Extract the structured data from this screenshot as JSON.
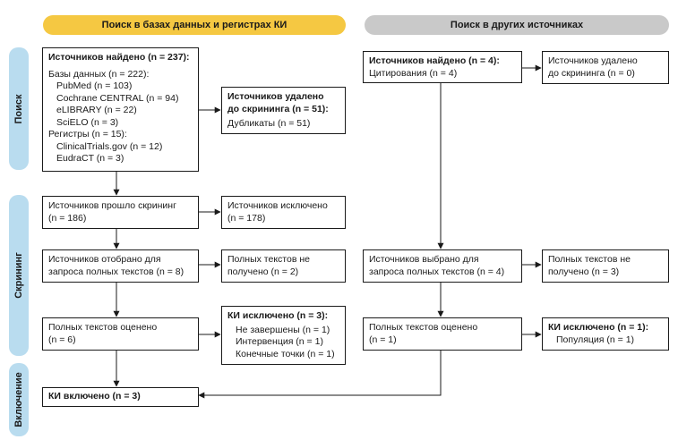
{
  "headers": {
    "left": "Поиск в базах данных и регистрах КИ",
    "right": "Поиск в других источниках"
  },
  "phases": {
    "search": "Поиск",
    "screening": "Скрининг",
    "inclusion": "Включение"
  },
  "boxes": {
    "db_found": {
      "title": "Источников найдено (n = 237):",
      "databases": "Базы данных (n = 222):",
      "db_items": [
        "PubMed (n = 103)",
        "Cochrane CENTRAL (n = 94)",
        "eLIBRARY (n = 22)",
        "SciELO (n = 3)"
      ],
      "registries": "Регистры (n = 15):",
      "reg_items": [
        "ClinicalTrials.gov (n = 12)",
        "EudraCT (n = 3)"
      ]
    },
    "db_removed": {
      "title1": "Источников удалено",
      "title2": "до скрининга (n = 51):",
      "item": "Дубликаты (n = 51)"
    },
    "screened": {
      "line1": "Источников прошло скрининг",
      "line2": "(n = 186)"
    },
    "excluded": {
      "line1": "Источников исключено",
      "line2": "(n = 178)"
    },
    "sought": {
      "line1": "Источников отобрано для",
      "line2": "запроса полных текстов (n = 8)"
    },
    "not_retrieved": {
      "line1": "Полных текстов не",
      "line2": "получено (n = 2)"
    },
    "assessed": {
      "line1": "Полных текстов оценено",
      "line2": "(n = 6)"
    },
    "trials_excluded": {
      "title": "КИ исключено (n = 3):",
      "items": [
        "Не завершены (n = 1)",
        "Интервенция (n = 1)",
        "Конечные точки (n = 1)"
      ]
    },
    "included": {
      "title": "КИ включено (n = 3)"
    },
    "other_found": {
      "title": "Источников найдено (n = 4):",
      "item": "Цитирования (n = 4)"
    },
    "other_removed": {
      "line1": "Источников удалено",
      "line2": "до скрининга (n = 0)"
    },
    "other_sought": {
      "line1": "Источников выбрано для",
      "line2": "запроса полных текстов (n = 4)"
    },
    "other_not_retrieved": {
      "line1": "Полных текстов не",
      "line2": "получено (n = 3)"
    },
    "other_assessed": {
      "line1": "Полных текстов оценено",
      "line2": "(n = 1)"
    },
    "other_excluded": {
      "title": "КИ исключено (n = 1):",
      "item": "Популяция (n = 1)"
    }
  },
  "colors": {
    "left_header": "#f5c842",
    "right_header": "#c9c9c9",
    "phase": "#b9dcef",
    "line": "#1a1a1a"
  }
}
